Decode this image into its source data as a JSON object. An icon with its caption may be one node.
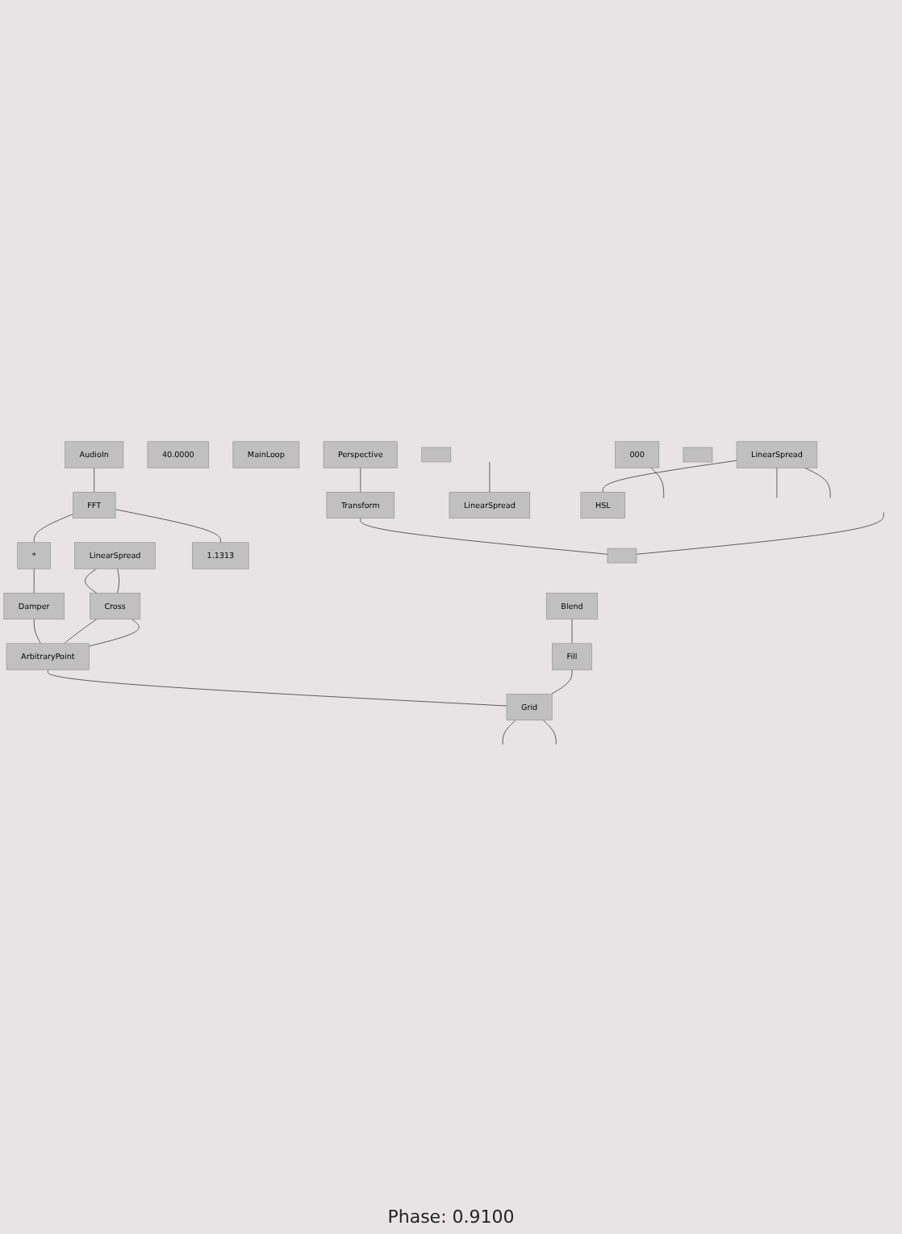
{
  "diagram": {
    "nodes": [
      {
        "text": [
          "AudioIn"
        ]
      },
      {
        "text": [
          "FFT"
        ]
      },
      {
        "text": [
          "LinearSpread"
        ]
      },
      {
        "text": [
          "*"
        ]
      },
      {
        "text": [
          "1.1313"
        ]
      },
      {
        "text": [
          "Cross"
        ]
      },
      {
        "text": [
          "Blend"
        ]
      },
      {
        "text": [
          "Damper"
        ]
      },
      {
        "text": [
          "40.0000"
        ]
      },
      {
        "text": [
          "Fill"
        ]
      },
      {
        "text": [
          "ArbitraryPoint"
        ]
      },
      {
        "text": [
          "MainLoop"
        ]
      },
      {
        "text": [
          "Grid"
        ]
      },
      {
        "text": [
          "Perspective"
        ]
      },
      {
        "text": [
          "Transform"
        ]
      },
      {
        "text": [],
        "shape": "box"
      },
      {
        "text": [
          "000"
        ]
      },
      {
        "text": [
          "LinearSpread"
        ]
      },
      {
        "text": [
          "LinearSpread"
        ]
      },
      {
        "text": [
          "HSL"
        ]
      },
      {
        "text": [],
        "shape": "box"
      },
      {
        "text": [],
        "shape": "box"
      }
    ],
    "edges": [
      {
        "from": 0,
        "to": 1,
        "arrow": "none"
      },
      {
        "from": 1,
        "to": 3,
        "arrow": "none"
      },
      {
        "from": 1,
        "to": 4,
        "arrow": "none"
      },
      {
        "from": 3,
        "to": 7,
        "arrow": "none"
      },
      {
        "from": 7,
        "to": 10,
        "arrow": "none"
      },
      {
        "from": 2,
        "to": 5,
        "arrow": "none"
      },
      {
        "from": 2,
        "to": 5,
        "arrow": "none"
      },
      {
        "from": 5,
        "to": 10,
        "arrow": "none"
      },
      {
        "from": 5,
        "to": 10,
        "arrow": "none"
      },
      {
        "from": 10,
        "to": 12,
        "arrow": "none"
      },
      {
        "from": 6,
        "to": 9,
        "arrow": "none"
      },
      {
        "from": 9,
        "to": 12,
        "arrow": "none"
      },
      {
        "from": 12,
        "to": null,
        "arrow": "none"
      },
      {
        "from": 12,
        "to": null,
        "arrow": "none"
      },
      {
        "from": 13,
        "to": 14,
        "arrow": "none"
      },
      {
        "from": 14,
        "to": 20,
        "arrow": "none"
      },
      {
        "from": 16,
        "to": null,
        "arrow": "none"
      },
      {
        "from": null,
        "to": 17,
        "arrow": "none"
      },
      {
        "from": 18,
        "to": null,
        "arrow": "none"
      },
      {
        "from": 18,
        "to": null,
        "arrow": "none"
      },
      {
        "from": 18,
        "to": 19,
        "arrow": "none"
      },
      {
        "from": null,
        "to": 20,
        "arrow": "none"
      }
    ],
    "labels": [
      "Phase: 0.9100"
    ]
  }
}
